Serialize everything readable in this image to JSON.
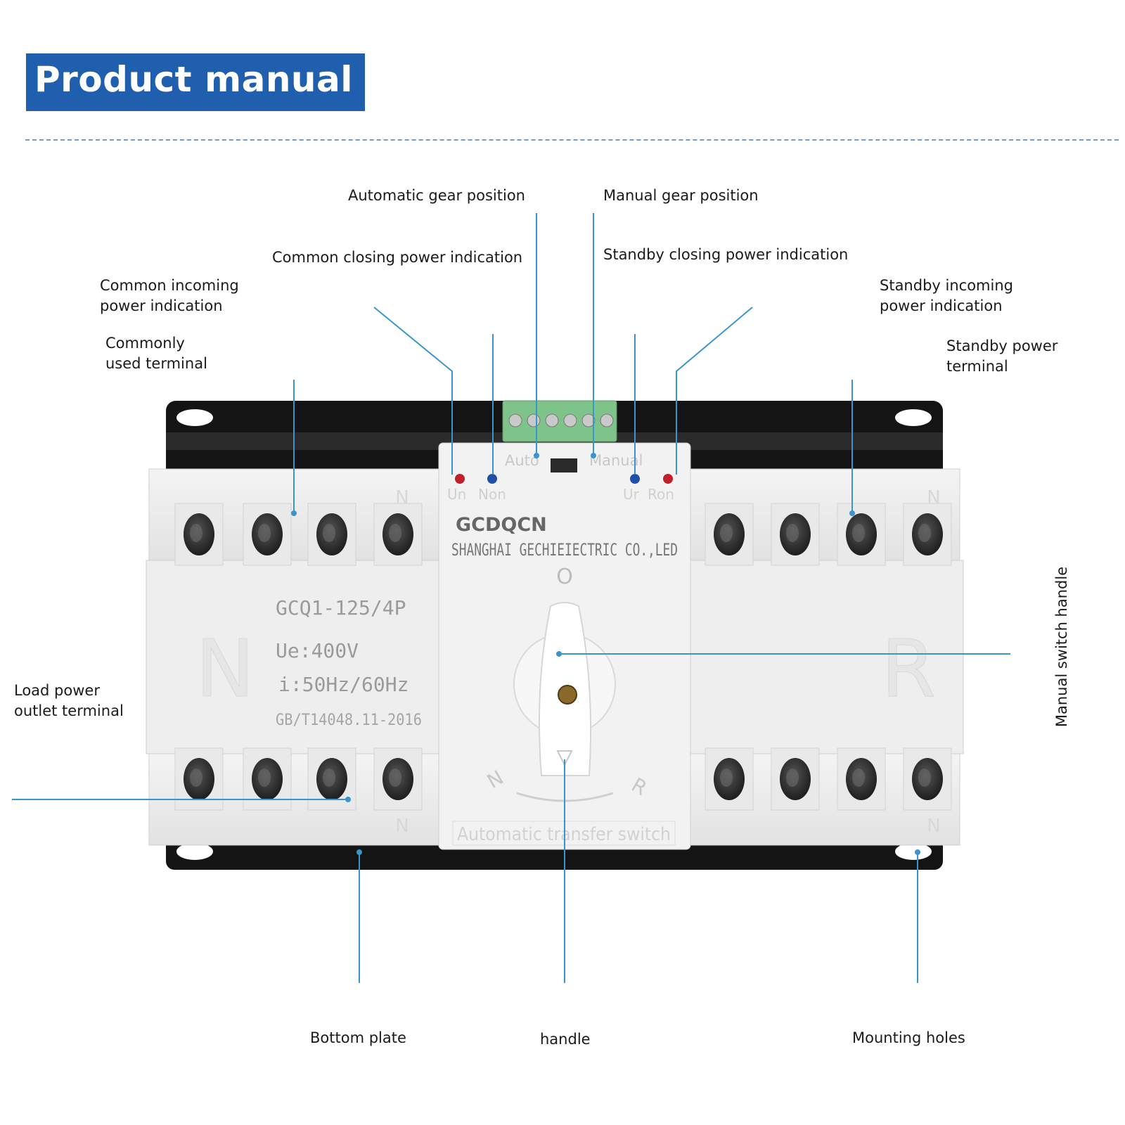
{
  "header": {
    "title": "Product manual"
  },
  "labels": {
    "automatic_gear": "Automatic gear position",
    "manual_gear": "Manual gear position",
    "common_closing": "Common closing power indication",
    "standby_closing": "Standby closing power indication",
    "common_incoming": [
      "Common incoming",
      "power indication"
    ],
    "standby_incoming": [
      "Standby incoming",
      "power indication"
    ],
    "commonly_used_terminal": [
      "Commonly",
      "used terminal"
    ],
    "standby_power_terminal": [
      "Standby power",
      "terminal"
    ],
    "load_power_outlet": [
      "Load power",
      "outlet terminal"
    ],
    "manual_switch_handle": "Manual switch handle",
    "bottom_plate": "Bottom plate",
    "handle": "handle",
    "mounting_holes": "Mounting holes"
  },
  "device": {
    "brand": "GCDQCN",
    "company": "SHANGHAI GECHIEIECTRIC CO.,LED",
    "model": "GCQ1-125/4P",
    "voltage": "Ue:400V",
    "frequency": "i:50Hz/60Hz",
    "standard": "GB/T14048.11-2016",
    "side_left": "N",
    "side_right": "R",
    "bottom_text": "Automatic transfer switch",
    "mode_auto": "Auto",
    "mode_manual": "Manual",
    "ind_un": "Un",
    "ind_non": "Non",
    "ind_ur": "Ur",
    "ind_ron": "Ron",
    "position_zero": "O",
    "dial_n": "N",
    "dial_r": "R",
    "pole_n": "N"
  },
  "colors": {
    "banner": "#1f5fae",
    "leader": "#3a95cc",
    "terminal_block": "#7ec38a",
    "led_red": "#c0202a",
    "led_blue": "#1f4fa8"
  }
}
